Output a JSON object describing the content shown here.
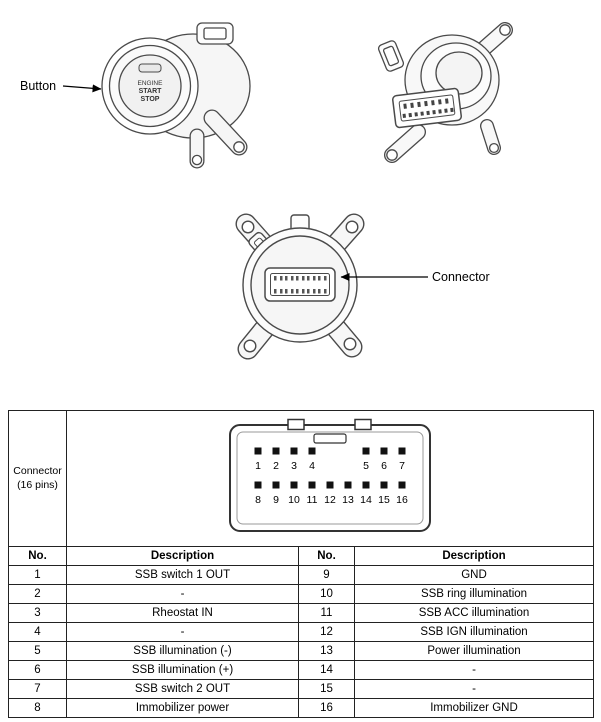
{
  "labels": {
    "button": "Button",
    "connector": "Connector"
  },
  "button_face": {
    "line1": "ENGINE",
    "line2": "START",
    "line3": "STOP"
  },
  "connector_cell": {
    "line1": "Connector",
    "line2": "(16 pins)"
  },
  "pins": {
    "top": [
      "1",
      "2",
      "3",
      "4",
      "5",
      "6",
      "7"
    ],
    "bottom": [
      "8",
      "9",
      "10",
      "11",
      "12",
      "13",
      "14",
      "15",
      "16"
    ]
  },
  "table": {
    "headers": [
      "No.",
      "Description",
      "No.",
      "Description"
    ],
    "rows": [
      [
        "1",
        "SSB switch 1 OUT",
        "9",
        "GND"
      ],
      [
        "2",
        "-",
        "10",
        "SSB ring illumination"
      ],
      [
        "3",
        "Rheostat IN",
        "11",
        "SSB ACC illumination"
      ],
      [
        "4",
        "-",
        "12",
        "SSB IGN illumination"
      ],
      [
        "5",
        "SSB illumination (-)",
        "13",
        "Power illumination"
      ],
      [
        "6",
        "SSB illumination (+)",
        "14",
        "-"
      ],
      [
        "7",
        "SSB switch 2 OUT",
        "15",
        "-"
      ],
      [
        "8",
        "Immobilizer power",
        "16",
        "Immobilizer GND"
      ]
    ]
  },
  "colors": {
    "ink": "#000000",
    "line": "#4a4a4a",
    "pin": "#111111"
  }
}
